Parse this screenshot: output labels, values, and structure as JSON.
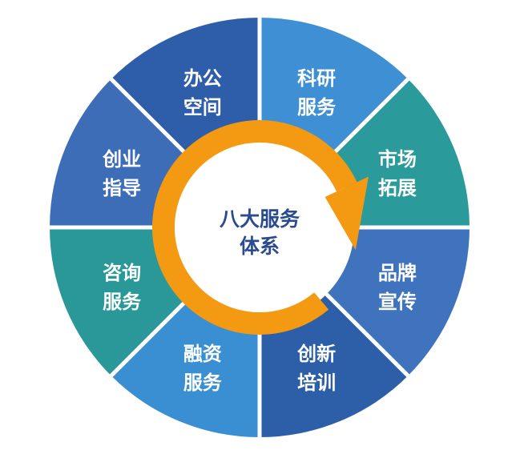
{
  "center": {
    "line1": "八大服务",
    "line2": "体系"
  },
  "segments": [
    {
      "line1": "科研",
      "line2": "服务",
      "color": "#3E8FD3"
    },
    {
      "line1": "市场",
      "line2": "拓展",
      "color": "#2A9A9A"
    },
    {
      "line1": "品牌",
      "line2": "宣传",
      "color": "#3F73BE"
    },
    {
      "line1": "创新",
      "line2": "培训",
      "color": "#2D5FA8"
    },
    {
      "line1": "融资",
      "line2": "服务",
      "color": "#3A8ED2"
    },
    {
      "line1": "咨询",
      "line2": "服务",
      "color": "#2A9899"
    },
    {
      "line1": "创业",
      "line2": "指导",
      "color": "#3E6DB8"
    },
    {
      "line1": "办公",
      "line2": "空间",
      "color": "#2E5EAA"
    }
  ],
  "colors": {
    "ring_arrow": "#F39A12",
    "center_fill": "#FFFFFF",
    "center_text": "#2A4C8E",
    "segment_text": "#FFFFFF",
    "separator": "#FFFFFF"
  }
}
